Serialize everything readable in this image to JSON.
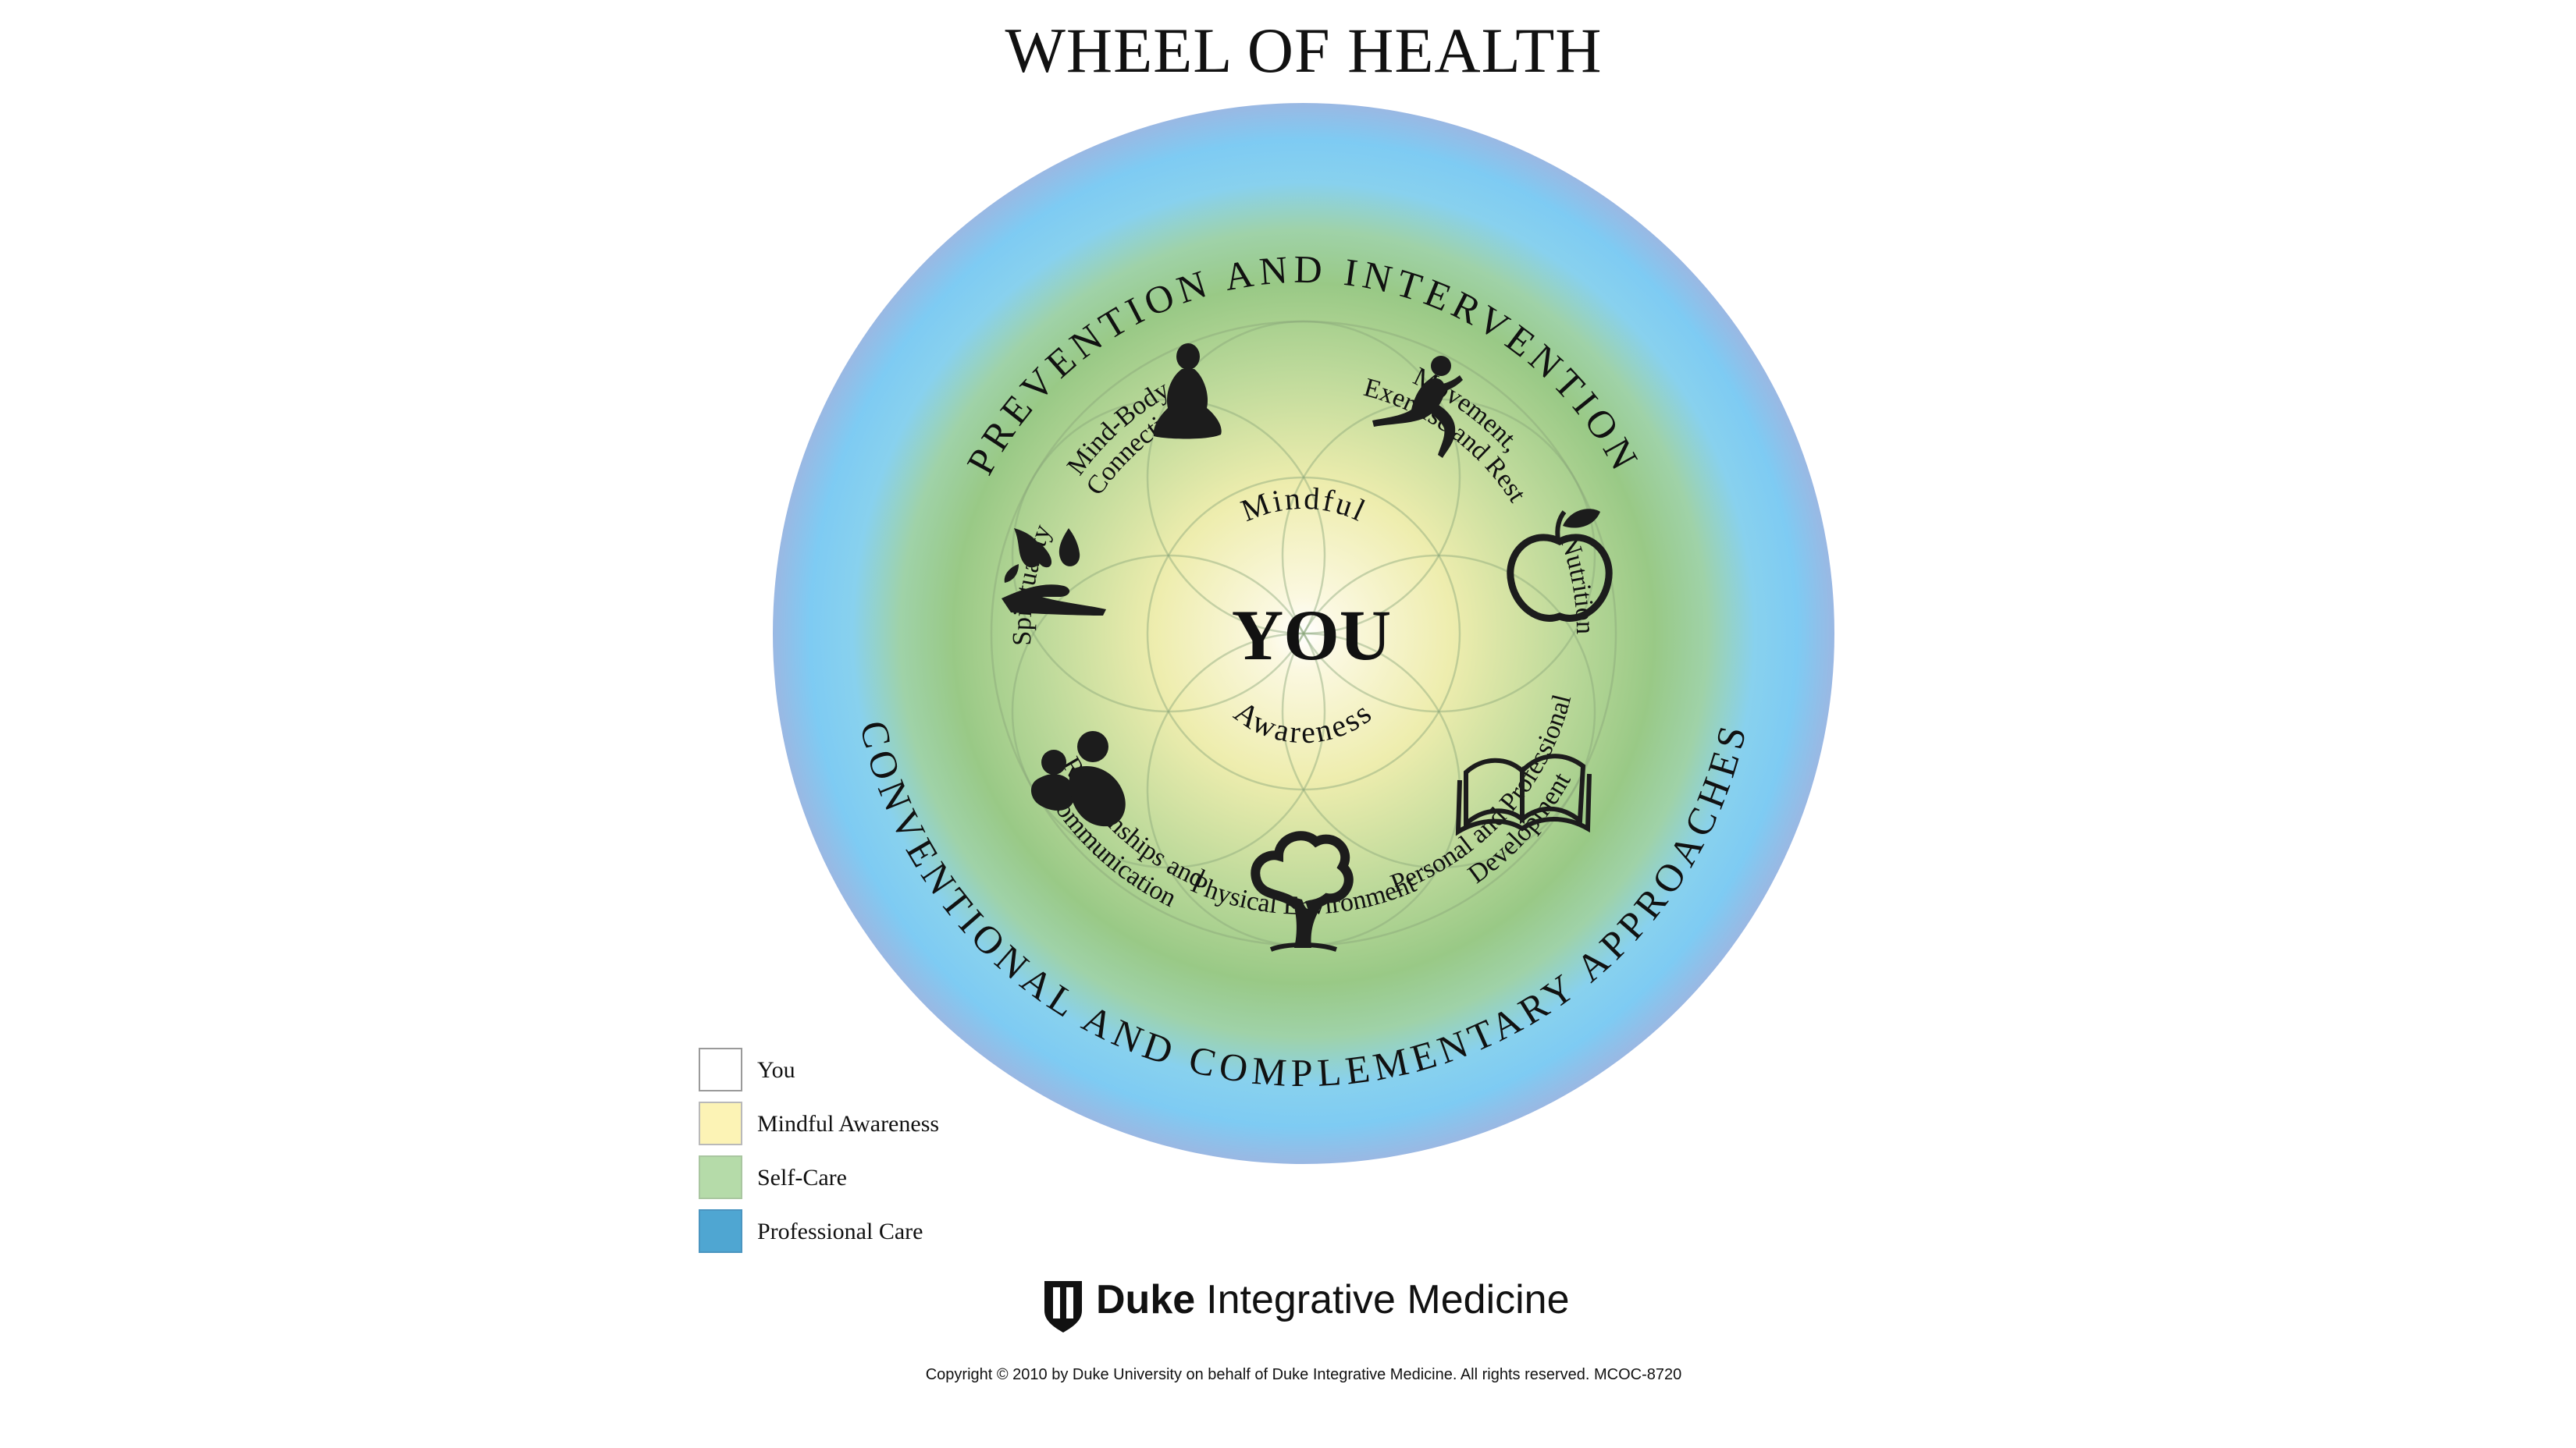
{
  "title": "WHEEL OF HEALTH",
  "outer_ring": {
    "top": "PREVENTION AND INTERVENTION",
    "bottom": "CONVENTIONAL AND COMPLEMENTARY APPROACHES"
  },
  "center": {
    "top": "Mindful",
    "main": "YOU",
    "bottom": "Awareness"
  },
  "categories": {
    "mind_body_1": "Mind-Body",
    "mind_body_2": "Connection",
    "movement_1": "Movement,",
    "movement_2": "Exercise and Rest",
    "nutrition": "Nutrition",
    "personal_1": "Personal and Professional",
    "personal_2": "Development",
    "physical": "Physical Environment",
    "relationships_1": "Relationships and",
    "relationships_2": "Communication",
    "spirituality": "Spirituality"
  },
  "legend": [
    {
      "label": "You",
      "color": "#ffffff"
    },
    {
      "label": "Mindful Awareness",
      "color": "#fcf3b5"
    },
    {
      "label": "Self-Care",
      "color": "#b5dba9"
    },
    {
      "label": "Professional Care",
      "color": "#4fa6d2"
    }
  ],
  "colors": {
    "outer_blue": "#7fcbf1",
    "mid_green": "#99c986",
    "center_yellow": "#f8f2b8"
  },
  "logo": {
    "bold": "Duke",
    "regular": "Integrative Medicine",
    "icon": "duke-shield-icon"
  },
  "copyright": "Copyright © 2010 by Duke University on behalf of Duke Integrative Medicine. All rights reserved. MCOC-8720"
}
